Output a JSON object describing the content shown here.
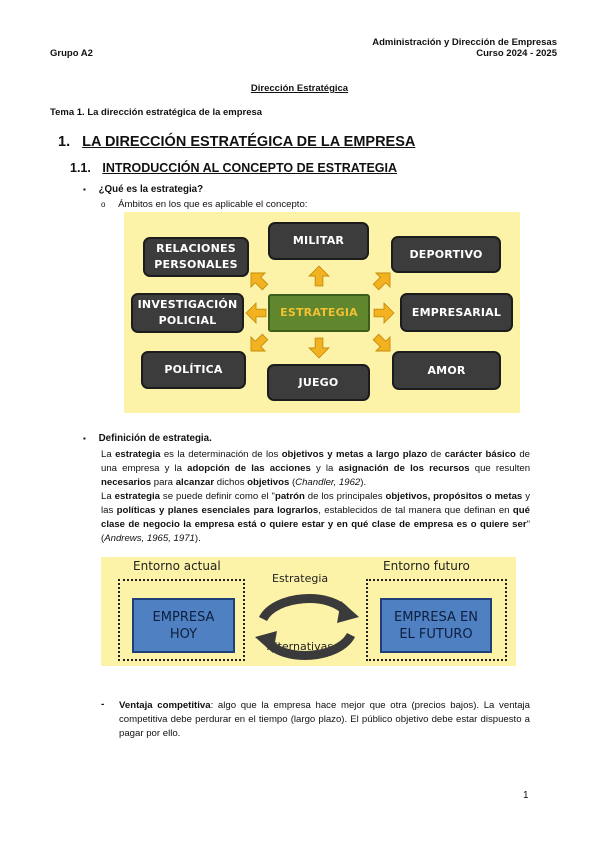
{
  "header": {
    "left": "Grupo A2",
    "right_line1": "Administración y Dirección de Empresas",
    "right_line2": "Curso 2024 - 2025"
  },
  "course_title": "Dirección Estratégica",
  "topic": "Tema 1. La dirección estratégica de la empresa",
  "h1": {
    "num": "1.",
    "text": "LA DIRECCIÓN ESTRATÉGICA DE LA EMPRESA"
  },
  "h2": {
    "num": "1.1.",
    "text": "INTRODUCCIÓN AL CONCEPTO DE ESTRATEGIA"
  },
  "bullet1": {
    "marker": "▪",
    "text": "¿Qué es la estrategia?"
  },
  "subbullet1": {
    "marker": "o",
    "text": "Ámbitos en los que es aplicable el concepto:"
  },
  "diagram1": {
    "center": "ESTRATEGIA",
    "tiles": {
      "relaciones_line1": "RELACIONES",
      "relaciones_line2": "PERSONALES",
      "militar": "MILITAR",
      "deportivo": "DEPORTIVO",
      "investigacion_line1": "INVESTIGACIÓN",
      "investigacion_line2": "POLICIAL",
      "empresarial": "EMPRESARIAL",
      "politica": "POLÍTICA",
      "juego": "JUEGO",
      "amor": "AMOR"
    },
    "colors": {
      "background": "#fdf3a8",
      "tile": "#3c3c3c",
      "center": "#60862e",
      "center_text": "#f3c232",
      "arrow": "#f3b21f"
    }
  },
  "bullet2": {
    "marker": "▪",
    "text": "Definición de estrategia."
  },
  "para1": {
    "t1": "La ",
    "b1": "estrategia",
    "t2": " es la determinación de los ",
    "b2": "objetivos y metas a largo plazo",
    "t3": " de ",
    "b3": "carácter básico",
    "t4": " de una empresa y la ",
    "b4": "adopción de las acciones",
    "t5": " y la ",
    "b5": "asignación de los recursos",
    "t6": " que resulten ",
    "b6": "necesarios",
    "t7": " para ",
    "b7": "alcanzar",
    "t8": " dichos ",
    "b8": "objetivos",
    "t9": " (",
    "i1": "Chandler, 1962",
    "t10": ")."
  },
  "para2": {
    "t1": "La ",
    "b1": "estrategia",
    "t2": " se puede definir como el \"",
    "b2": "patrón",
    "t3": " de los principales ",
    "b3": "objetivos, propósitos o metas",
    "t4": " y las ",
    "b4": "políticas y planes esenciales para lograrlos",
    "t5": ", establecidos de tal manera que definan en ",
    "b5": "qué clase de negocio la empresa está o quiere estar y en qué clase de empresa es o quiere ser",
    "t6": "\" (",
    "i1": "Andrews, 1965, 1971",
    "t7": ")."
  },
  "diagram2": {
    "left_title": "Entorno actual",
    "right_title": "Entorno futuro",
    "left_box_line1": "EMPRESA",
    "left_box_line2": "HOY",
    "right_box_line1": "EMPRESA EN",
    "right_box_line2": "EL FUTURO",
    "top_label": "Estrategia",
    "bottom_label": "Alternativas",
    "colors": {
      "background": "#fdf3a8",
      "box": "#4f80c2"
    }
  },
  "bullet3": {
    "marker": "-",
    "label": "Ventaja competitiva",
    "text": ": algo que la empresa hace mejor que otra (precios bajos). La ventaja competitiva debe perdurar en el tiempo (largo plazo). El público objetivo debe estar dispuesto a pagar por ello."
  },
  "page_number": "1"
}
